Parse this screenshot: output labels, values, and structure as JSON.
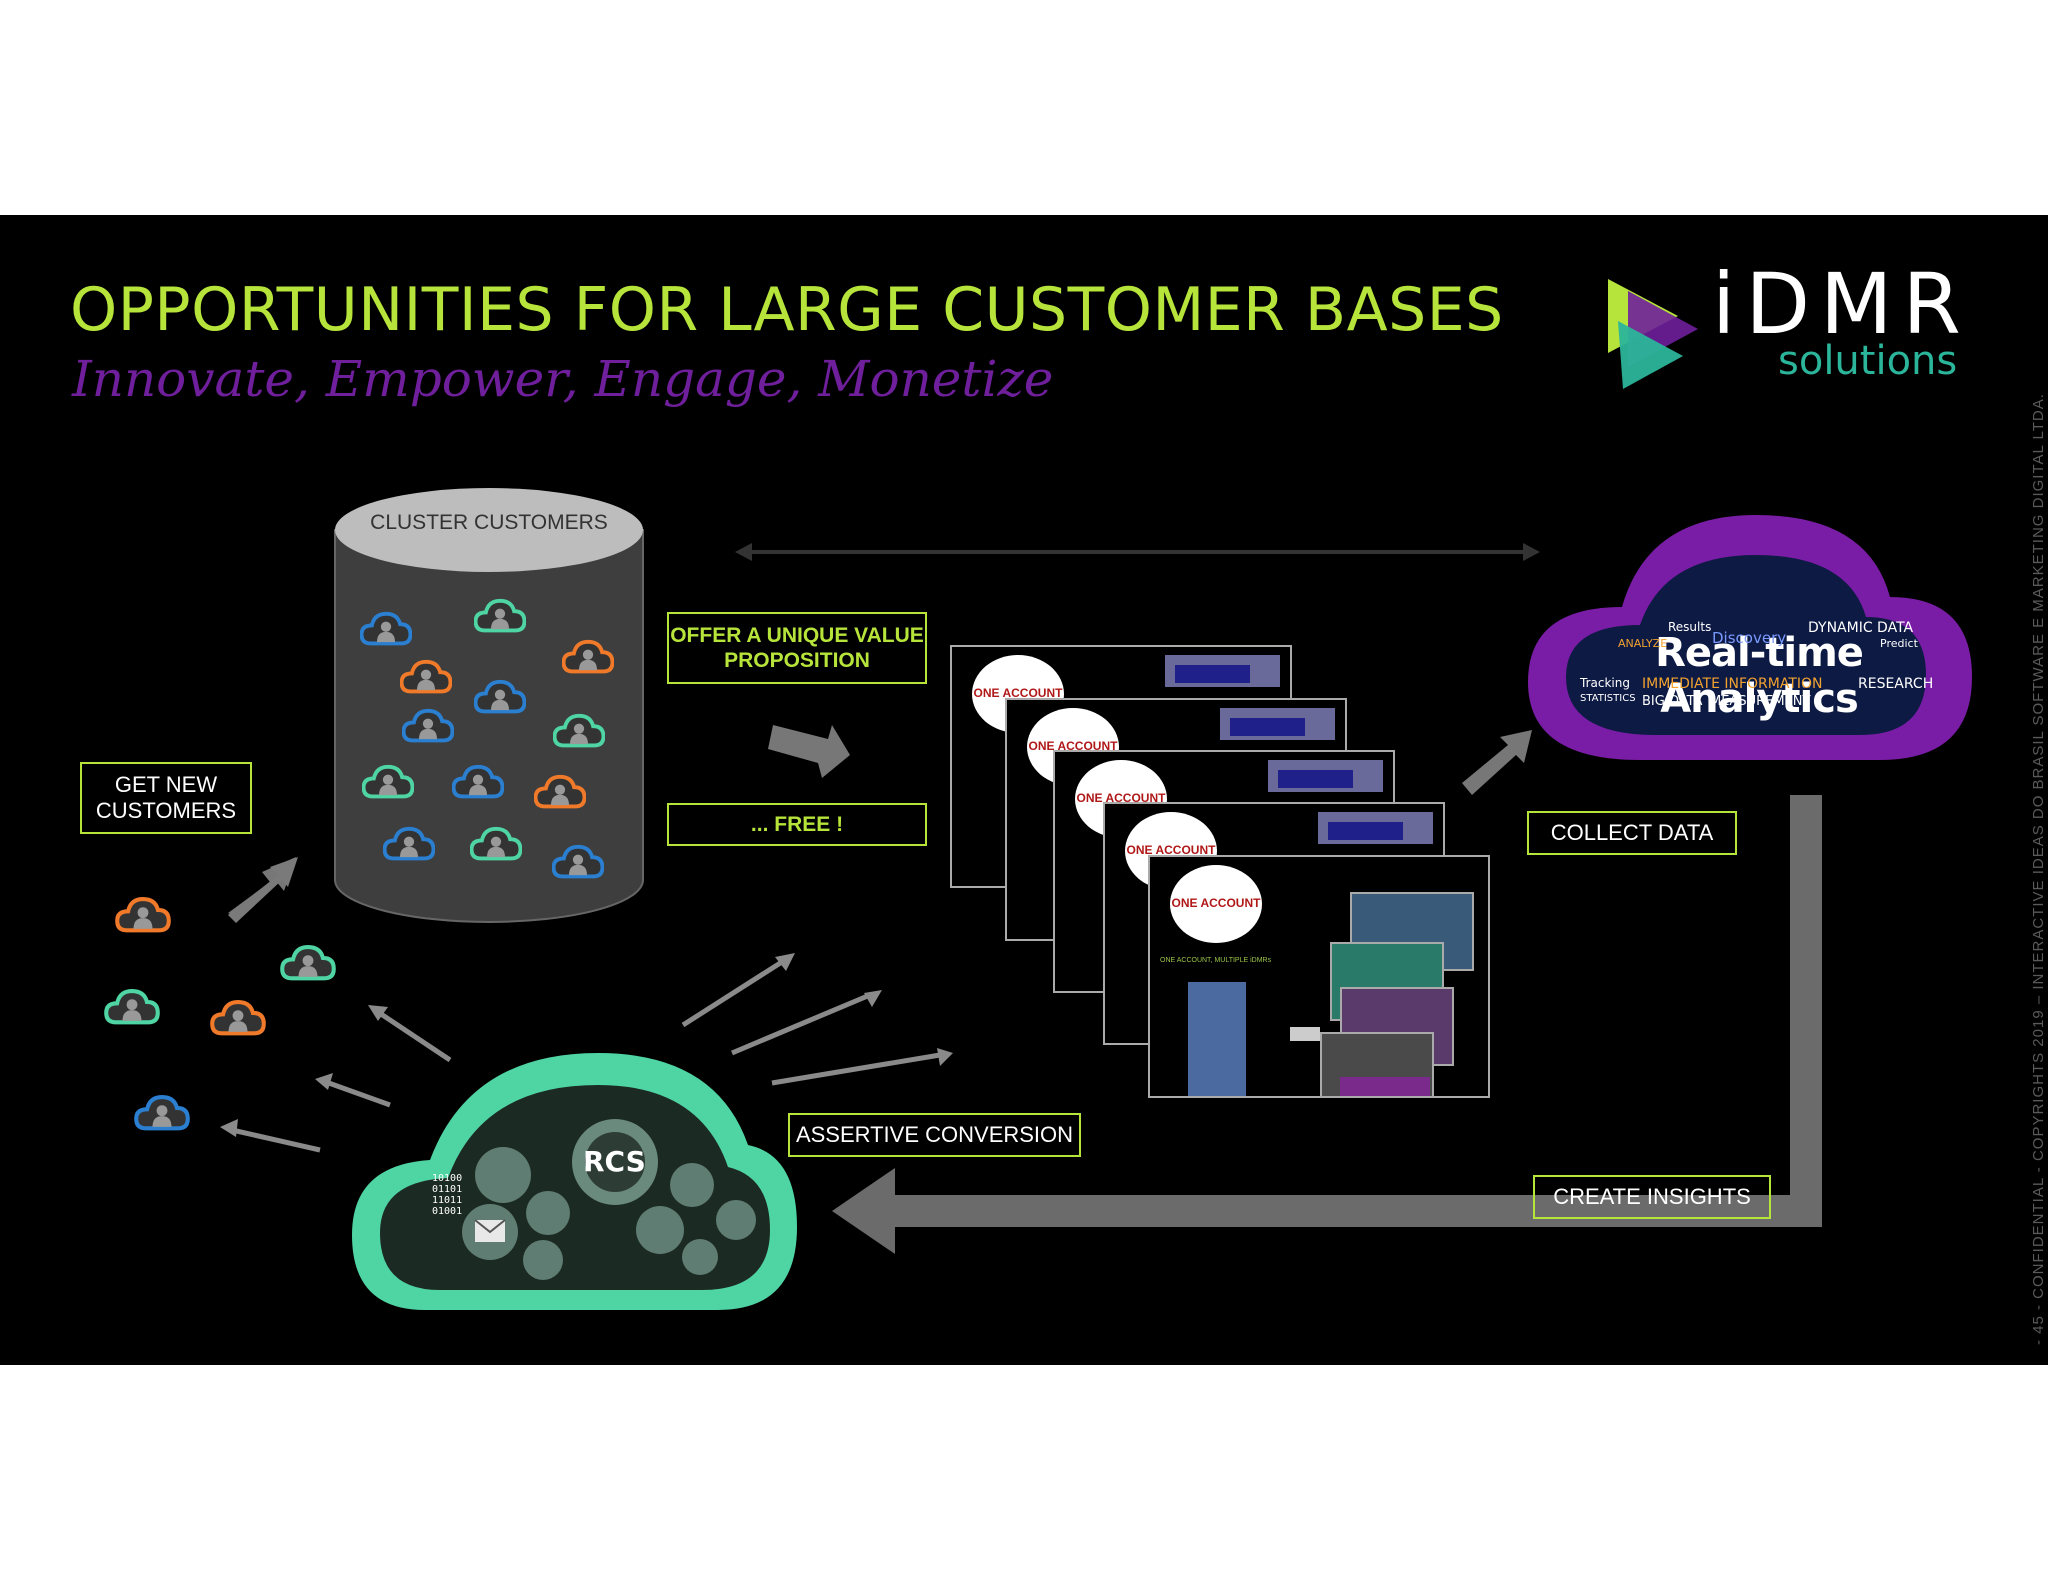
{
  "title": "OPPORTUNITIES FOR LARGE CUSTOMER BASES",
  "subtitle": "Innovate, Empower, Engage, Monetize",
  "logo": {
    "brand": "iDMR",
    "tagline": "solutions"
  },
  "cluster_label": "CLUSTER CUSTOMERS",
  "labels": {
    "get_new": "GET NEW CUSTOMERS",
    "offer": "OFFER A UNIQUE VALUE PROPOSITION",
    "free": "... FREE !",
    "collect": "COLLECT DATA",
    "assertive": "ASSERTIVE CONVERSION",
    "insights": "CREATE INSIGHTS"
  },
  "screens": {
    "bubble": "ONE ACCOUNT",
    "caption": "ONE ACCOUNT, MULTIPLE iDMRs"
  },
  "analytics": {
    "headline": "Real-time Analytics",
    "words": [
      "DYNAMIC DATA",
      "IMMEDIATE INFORMATION",
      "RESEARCH",
      "BIG DATA",
      "MEASUREMENT",
      "Discovery",
      "Tracking",
      "STATISTICS",
      "ANALYZE",
      "Results",
      "Predict"
    ]
  },
  "rcs": {
    "label": "RCS",
    "binary": "10100 01101 11011 01001"
  },
  "vertical_note": "- 45 - CONFIDENTIAL - COPYRIGHTS 2019 – INTERACTIVE IDEAS DO BRASIL SOFTWARE E MARKETING DIGITAL LTDA.",
  "colors": {
    "accent_green": "#b7e43a",
    "purple": "#6f1f9c",
    "teal": "#4fd4a4",
    "orange": "#f07a2a",
    "blue": "#2b7fd0"
  }
}
